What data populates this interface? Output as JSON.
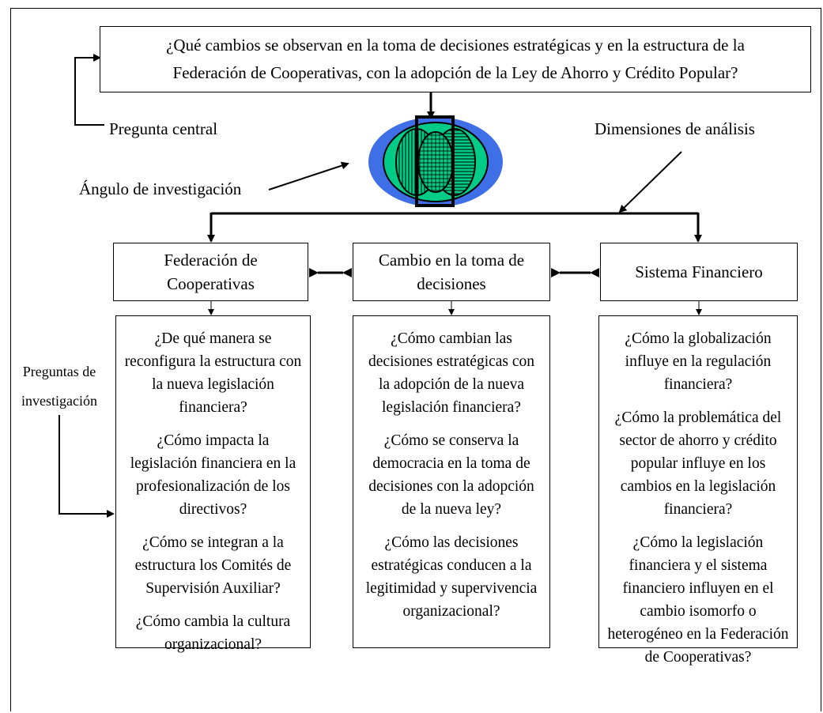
{
  "central_question": {
    "line1": "¿Qué cambios se observan en la toma de decisiones estratégicas y en la estructura de la",
    "line2": "Federación de Cooperativas, con la adopción de la Ley de Ahorro y Crédito Popular?"
  },
  "labels": {
    "pregunta_central": "Pregunta central",
    "dimensiones": "Dimensiones de análisis",
    "angulo": "Ángulo de investigación",
    "preguntas_line1": "Preguntas de",
    "preguntas_line2": "investigación"
  },
  "dimensions": [
    {
      "line1": "Federación de",
      "line2": "Cooperativas"
    },
    {
      "line1": "Cambio en la toma de",
      "line2": "decisiones"
    },
    {
      "line1": "Sistema Financiero",
      "line2": ""
    }
  ],
  "questions": [
    [
      "¿De qué manera se reconfigura la estructura con la nueva legislación financiera?",
      "¿Cómo impacta la legislación financiera en la profesionalización de los directivos?",
      "¿Cómo se integran a la estructura los Comités de Supervisión Auxiliar?",
      "¿Cómo cambia la cultura organizacional?"
    ],
    [
      "¿Cómo cambian las decisiones estratégicas con la adopción de la nueva legislación financiera?",
      "¿Cómo se conserva la democracia en la toma de decisiones con la adopción de la nueva ley?",
      "¿Cómo las decisiones estratégicas conducen a la legitimidad y supervivencia organizacional?"
    ],
    [
      "¿Cómo la globalización influye en la regulación financiera?",
      "¿Cómo la problemática del sector de ahorro y crédito popular influye en los cambios en la legislación financiera?",
      "¿Cómo la legislación financiera y el sistema financiero influyen en el cambio isomorfo o heterogéneo en la Federación de Cooperativas?"
    ]
  ],
  "colors": {
    "outer_ellipse": "#3f6fe6",
    "inner_ellipse": "#00cc88",
    "stroke": "#000000"
  }
}
